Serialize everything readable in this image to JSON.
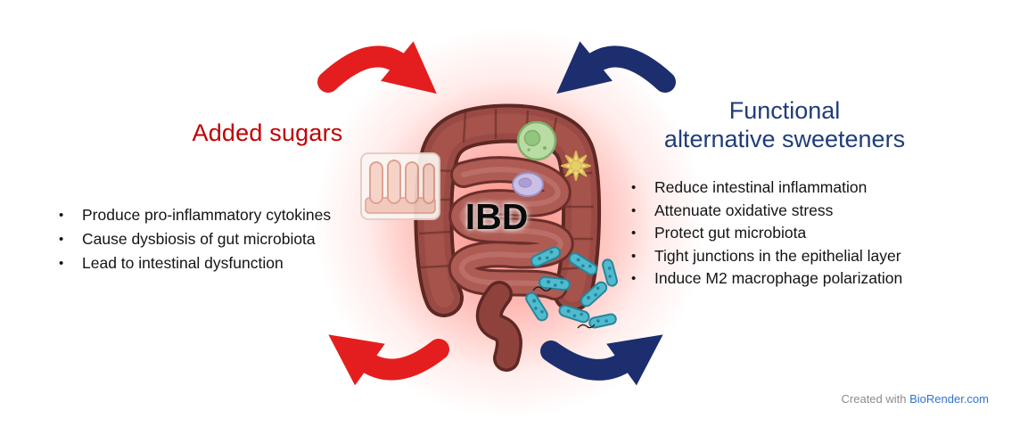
{
  "diagram": {
    "center": {
      "label": "IBD"
    },
    "left": {
      "heading": "Added sugars",
      "bullets": [
        "Produce pro-inflammatory cytokines",
        "Cause dysbiosis of gut microbiota",
        "Lead to intestinal dysfunction"
      ]
    },
    "right": {
      "heading_line1": "Functional",
      "heading_line2": "alternative sweeteners",
      "bullets": [
        "Reduce intestinal inflammation",
        "Attenuate oxidative stress",
        "Protect gut microbiota",
        "Tight junctions in the epithelial layer",
        "Induce M2 macrophage polarization"
      ]
    },
    "footer": {
      "prefix": "Created with ",
      "brand": "BioRender.com"
    },
    "icons": {
      "center_illustration": "intestine-illustration",
      "left_overlay": "intestinal-villi-icon",
      "immune_cells": [
        "green-immune-cell-icon",
        "yellow-dendritic-cell-icon",
        "purple-immune-cell-icon"
      ],
      "microbes": "teal-rod-bacteria-icon",
      "arrows": [
        "red-arrow-top-left",
        "blue-arrow-top-right",
        "red-arrow-bottom-left",
        "blue-arrow-bottom-right"
      ]
    },
    "colors": {
      "heading_red": "#C00000",
      "heading_blue": "#1F3D7C",
      "arrow_red": "#E41E1E",
      "arrow_blue": "#1C2E6E",
      "glow_red": "#FF5A4E",
      "footer_gray": "#8C8C8C",
      "footer_blue": "#3173D2"
    }
  }
}
